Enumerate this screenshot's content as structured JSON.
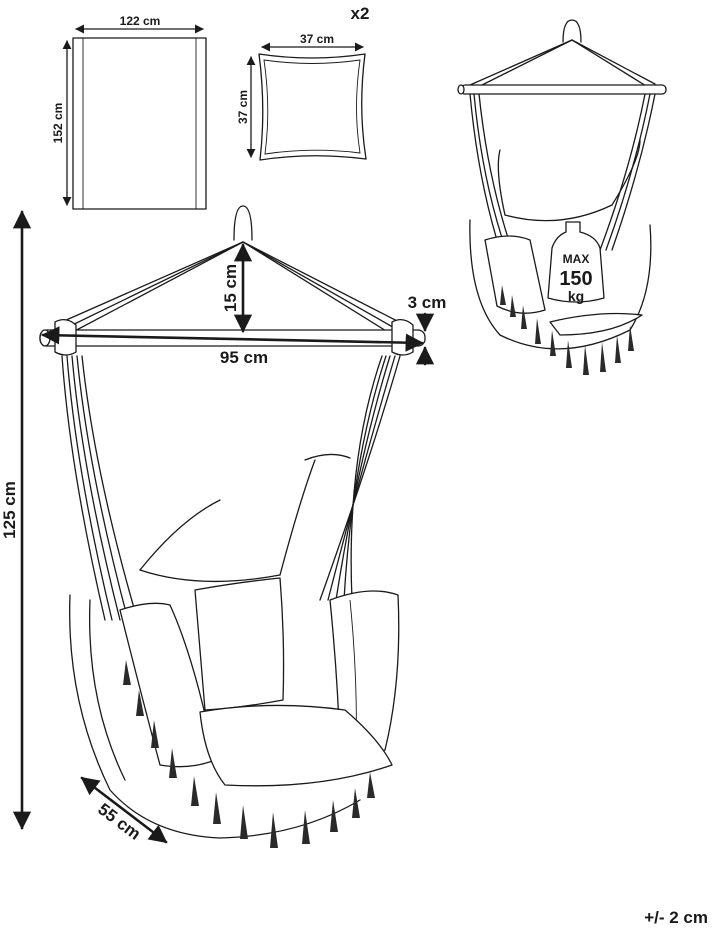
{
  "fabric_panel": {
    "width_label": "122 cm",
    "height_label": "152 cm"
  },
  "cushion": {
    "count_label": "x2",
    "width_label": "37 cm",
    "height_label": "37 cm"
  },
  "main_chair": {
    "total_height_label": "125 cm",
    "bar_length_label": "95 cm",
    "rope_height_label": "15 cm",
    "bar_diameter_label": "3 cm",
    "seat_depth_label": "55 cm"
  },
  "weight_badge": {
    "max_label": "MAX",
    "value_label": "150",
    "unit_label": "kg"
  },
  "tolerance_label": "+/- 2 cm"
}
